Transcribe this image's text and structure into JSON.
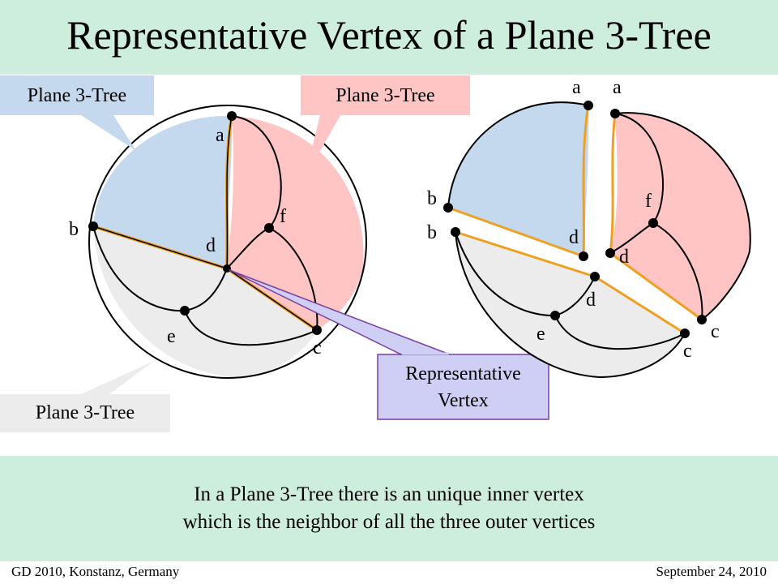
{
  "slide": {
    "title": "Representative Vertex of a Plane 3-Tree",
    "caption_line1": "In a Plane 3-Tree there is an unique inner vertex",
    "caption_line2": "which is the neighbor of all the three outer vertices",
    "footer_left": "GD 2010, Konstanz, Germany",
    "footer_right": "September 24, 2010"
  },
  "callouts": {
    "blue_label": "Plane 3-Tree",
    "pink_label": "Plane 3-Tree",
    "gray_label": "Plane 3-Tree",
    "rep_line1": "Representative",
    "rep_line2": "Vertex"
  },
  "left_graph": {
    "a": "a",
    "b": "b",
    "c": "c",
    "d": "d",
    "e": "e",
    "f": "f"
  },
  "right_graph": {
    "a1": "a",
    "a2": "a",
    "b1": "b",
    "b2": "b",
    "c1": "c",
    "c2": "c",
    "d1": "d",
    "d2": "d",
    "d3": "d",
    "e": "e",
    "f": "f"
  },
  "colors": {
    "band": "#cdeedd",
    "blue_region": "#c5d9ee",
    "pink_region": "#ffc4c4",
    "gray_region": "#ececec",
    "edge_orange": "#f0a020",
    "callout_blue": "#c5d9ee",
    "callout_pink": "#ffc4c4",
    "callout_gray": "#ececec",
    "callout_purple": "#cfcff5"
  }
}
